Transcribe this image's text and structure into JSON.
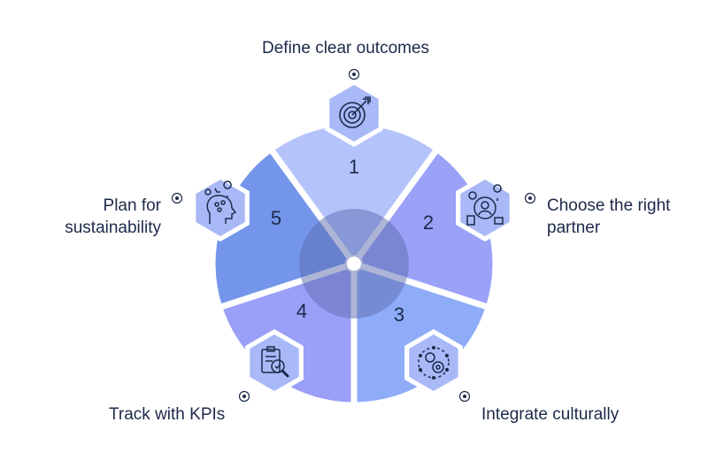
{
  "diagram": {
    "segments": [
      {
        "number": "1",
        "label": "Define clear outcomes",
        "icon": "target-icon",
        "color": "#b5c3fb"
      },
      {
        "number": "2",
        "label": "Choose the right partner",
        "icon": "partner-icon",
        "color": "#9aa1f7"
      },
      {
        "number": "3",
        "label": "Integrate culturally",
        "icon": "gears-network-icon",
        "color": "#8eacf7"
      },
      {
        "number": "4",
        "label": "Track with KPIs",
        "icon": "clipboard-search-icon",
        "color": "#9a9ff7"
      },
      {
        "number": "5",
        "label": "Plan for sustainability",
        "icon": "head-ideas-icon",
        "color": "#7396ea"
      }
    ],
    "label_lines": {
      "seg2": [
        "Choose the right",
        "partner"
      ],
      "seg5": [
        "Plan for",
        "sustainability"
      ]
    },
    "colors": {
      "text": "#1c2a4a",
      "center": "#5c6cb0",
      "hex_outer": "#ffffff",
      "hex_inner": "#a9b8f6",
      "icon_stroke": "#1c2a4a"
    }
  }
}
